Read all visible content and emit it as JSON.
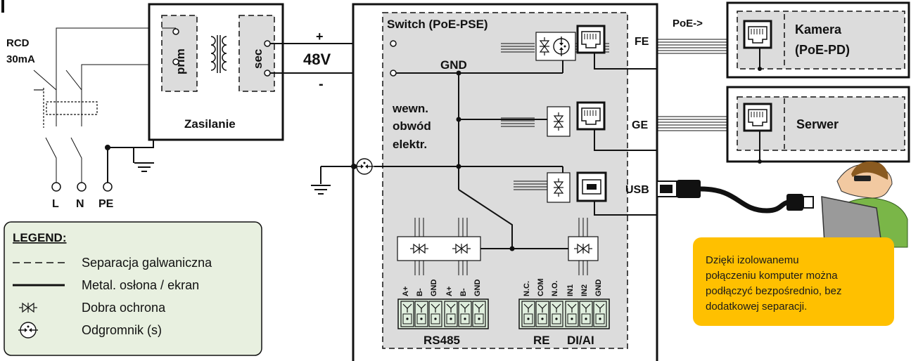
{
  "colors": {
    "box_fill": "#dcdcdc",
    "legend_fill": "#e8f0e0",
    "note_fill": "#ffc000",
    "line": "#111111"
  },
  "left": {
    "rcd_line1": "RCD",
    "rcd_line2": "30mA",
    "terminal_l": "L",
    "terminal_n": "N",
    "terminal_pe": "PE"
  },
  "psu": {
    "prim": "prim",
    "sec": "sec",
    "caption": "Zasilanie",
    "plus": "+",
    "voltage": "48V",
    "minus": "-"
  },
  "switch": {
    "title": "Switch (PoE-PSE)",
    "gnd": "GND",
    "internal_line1": "wewn.",
    "internal_line2": "obwód",
    "internal_line3": "elektr.",
    "port_fe": "FE",
    "port_ge": "GE",
    "port_usb": "USB",
    "rs485_pins": [
      "A+",
      "B-",
      "GND",
      "A+",
      "B-",
      "GND"
    ],
    "io_pins": [
      "N.C.",
      "COM",
      "N.O.",
      "IN1",
      "IN2",
      "GND"
    ],
    "label_rs485": "RS485",
    "label_re": "RE",
    "label_diai": "DI/AI"
  },
  "devices": {
    "poe_arrow": "PoE->",
    "camera_line1": "Kamera",
    "camera_line2": "(PoE-PD)",
    "server": "Serwer"
  },
  "legend": {
    "title": "LEGEND:",
    "items": [
      {
        "symbol": "dashed-line",
        "text": "Separacja galwaniczna"
      },
      {
        "symbol": "solid-line",
        "text": "Metal. osłona / ekran"
      },
      {
        "symbol": "protection-icon",
        "text": "Dobra ochrona"
      },
      {
        "symbol": "arrester-icon",
        "text": "Odgromnik (s)"
      }
    ]
  },
  "note": {
    "lines": [
      "Dzięki izolowanemu",
      "połączeniu komputer można",
      "podłączyć bezpośrednio, bez",
      "dodatkowej separacji."
    ]
  }
}
